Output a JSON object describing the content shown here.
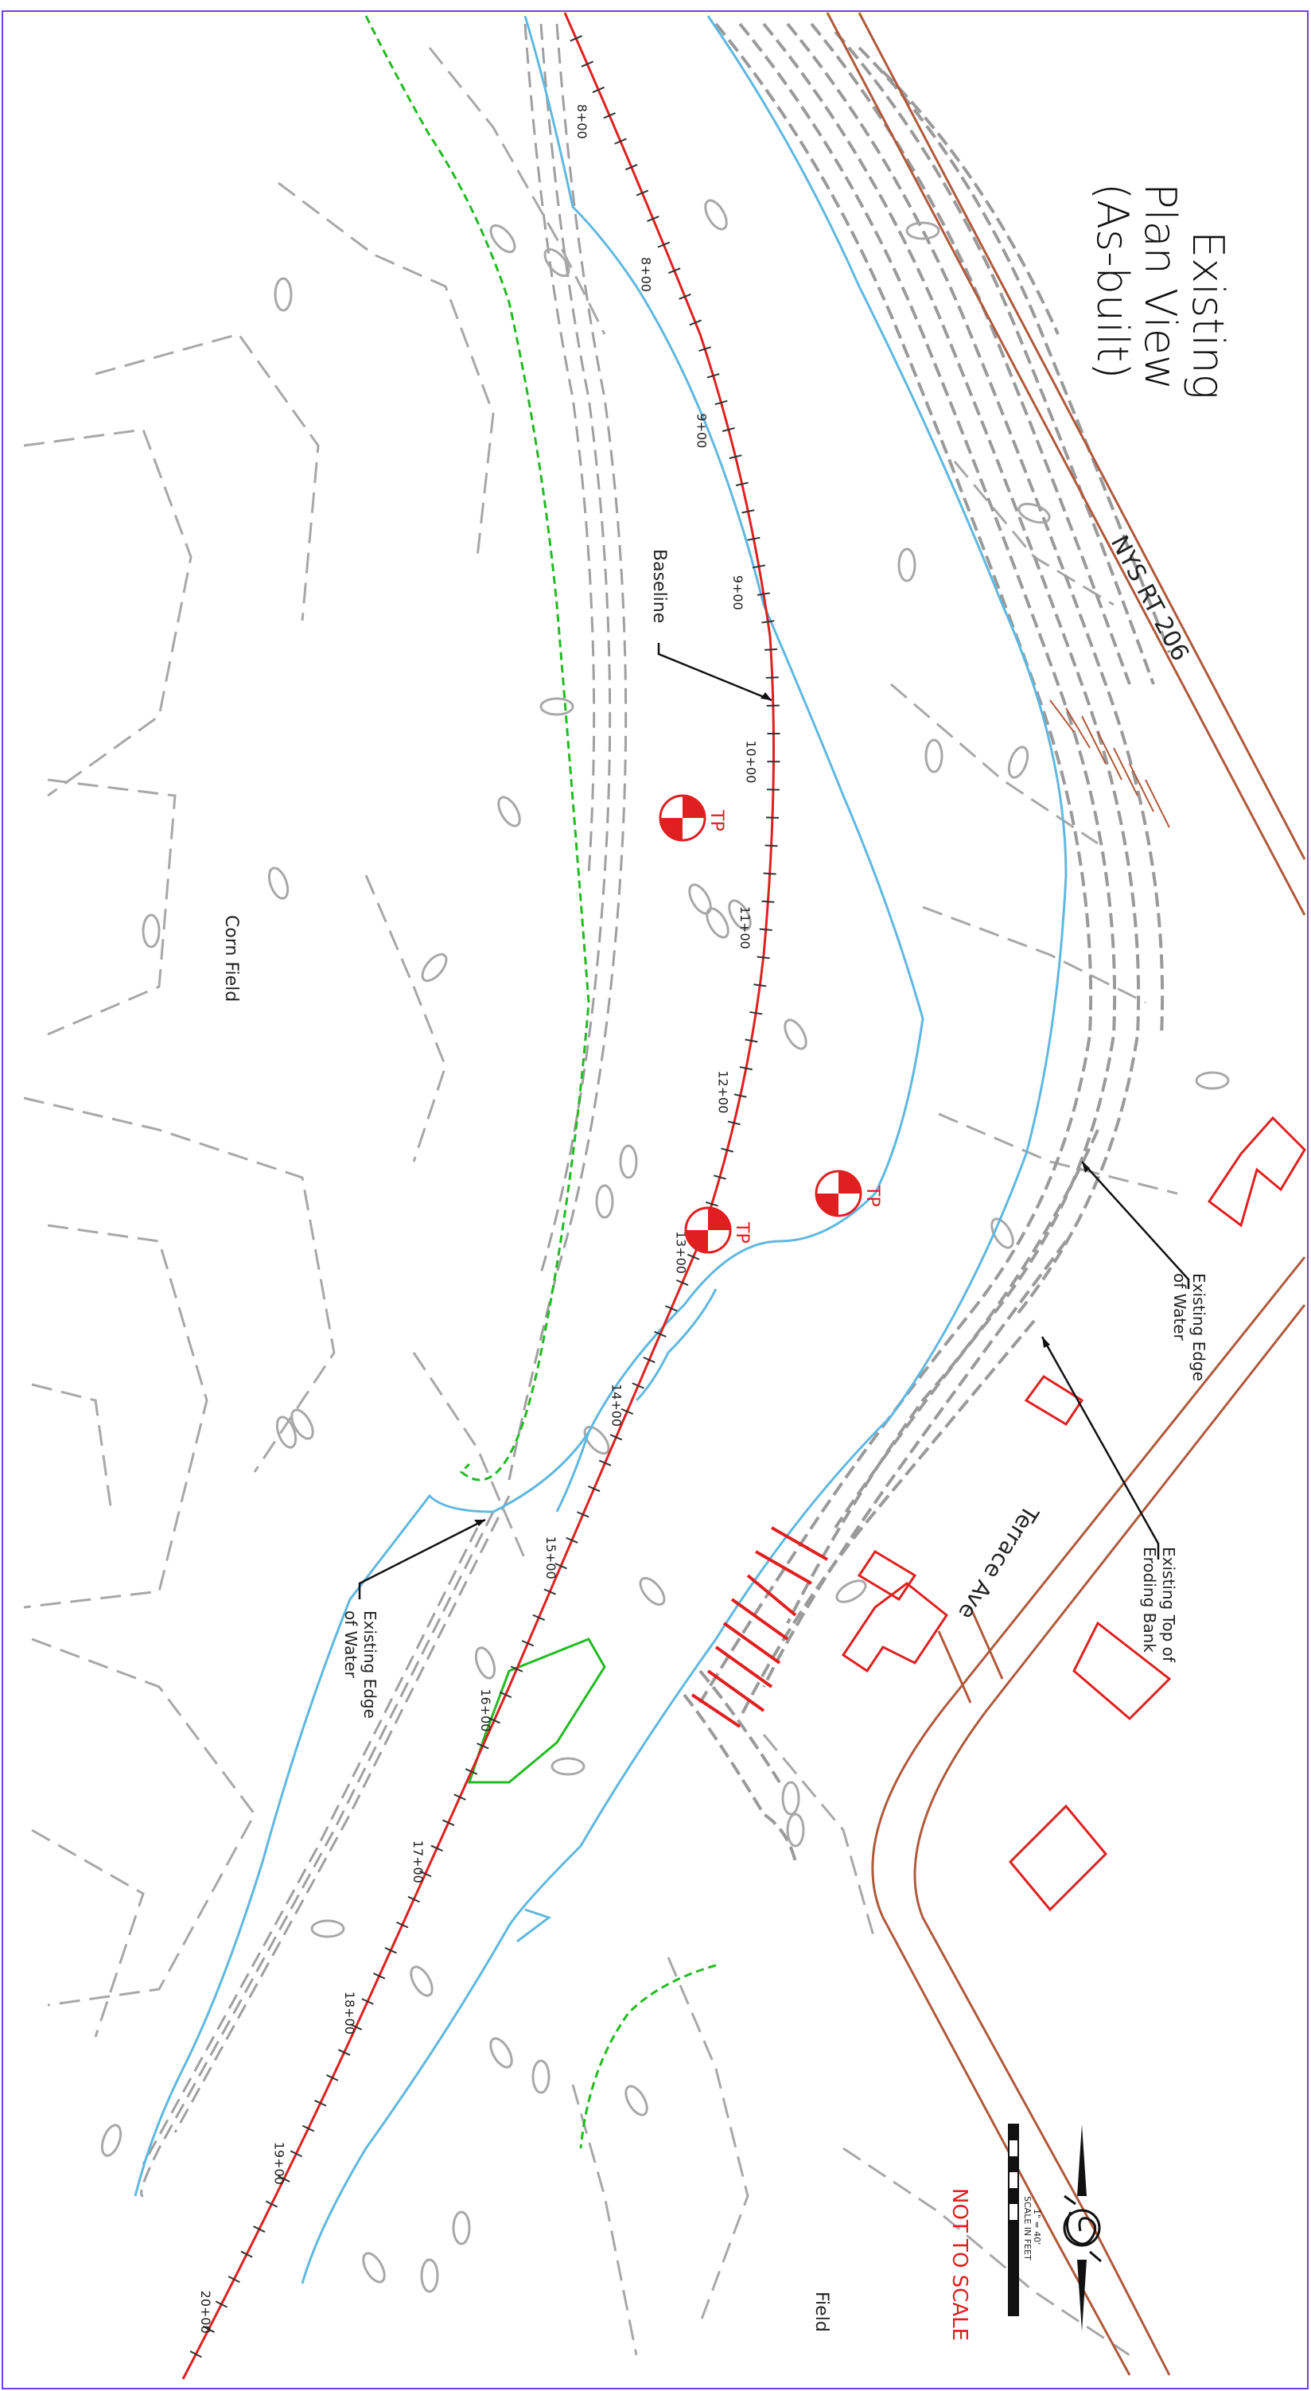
{
  "title": {
    "line1": "Existing",
    "line2": "Plan View",
    "line3": "(As-built)"
  },
  "labels": {
    "road_rt206": "NYS RT 206",
    "road_terrace": "Terrace Ave",
    "baseline": "Baseline",
    "edge_water_upper_line1": "Existing Edge",
    "edge_water_upper_line2": "of Water",
    "top_bank_line1": "Existing Top of",
    "top_bank_line2": "Eroding Bank",
    "edge_water_lower_line1": "Existing Edge",
    "edge_water_lower_line2": "of Water",
    "corn_field": "Corn Field",
    "field": "Field",
    "not_to_scale": "NOT TO SCALE",
    "test_pit": "TP",
    "scale_bar_caption": "SCALE IN FEET",
    "scale_bar_ratio": "1\" = 40'"
  },
  "stations": [
    "8+00",
    "8+00",
    "9+00",
    "9+00",
    "10+00",
    "11+00",
    "12+00",
    "13+00",
    "14+00",
    "15+00",
    "16+00",
    "17+00",
    "18+00",
    "19+00",
    "20+00"
  ],
  "colors": {
    "baseline": "#e02020",
    "water_edge": "#5fb8e0",
    "tree_line": "#22bb22",
    "road": "#b05a3c",
    "building": "#e02020",
    "contour": "#a8a8a8",
    "border": "#7040e0"
  }
}
